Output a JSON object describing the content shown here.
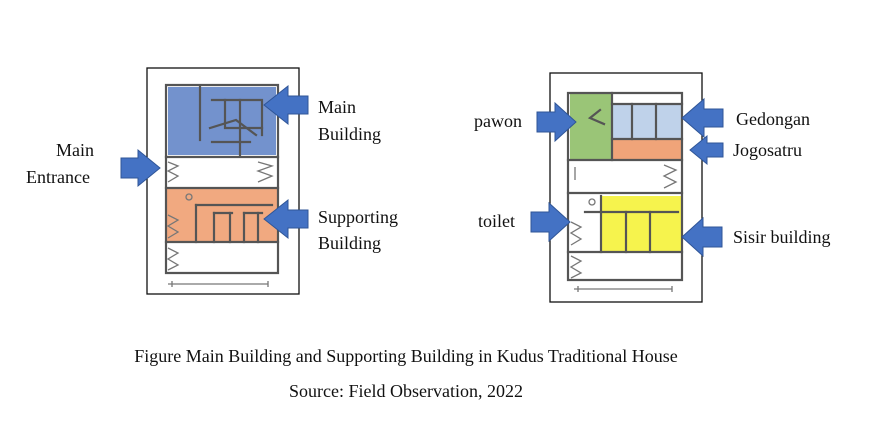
{
  "left_plan": {
    "labels": {
      "main_entrance_line1": "Main",
      "main_entrance_line2": "Entrance",
      "main_building_line1": "Main",
      "main_building_line2": "Building",
      "supporting_building_line1": "Supporting",
      "supporting_building_line2": "Building"
    },
    "zone_colors": {
      "main_building": "#5b7fc4",
      "supporting_building": "#ee9a6a"
    }
  },
  "right_plan": {
    "labels": {
      "pawon": "pawon",
      "gedongan": "Gedongan",
      "jogosatru": "Jogosatru",
      "toilet": "toilet",
      "sisir_building": "Sisir building"
    },
    "zone_colors": {
      "pawon": "#8fbf68",
      "gedongan": "#b8cde8",
      "jogosatru": "#ee9a6a",
      "sisir_building": "#f5f23a"
    }
  },
  "arrow_color": "#4472c4",
  "caption": {
    "title": "Figure Main Building and Supporting Building in Kudus Traditional House",
    "source": "Source: Field Observation, 2022"
  }
}
